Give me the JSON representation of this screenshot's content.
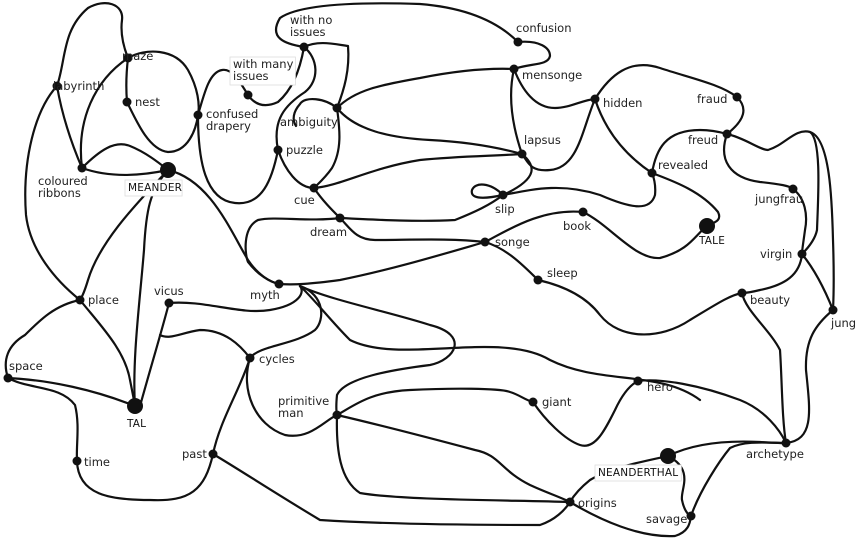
{
  "title": "Word association map",
  "nodes": [
    {
      "id": "labyrinth",
      "label": [
        "labyrinth"
      ],
      "major": false
    },
    {
      "id": "maze",
      "label": [
        "maze"
      ],
      "major": false
    },
    {
      "id": "nest",
      "label": [
        "nest"
      ],
      "major": false
    },
    {
      "id": "confused_drapery",
      "label": [
        "confused",
        "drapery"
      ],
      "major": false
    },
    {
      "id": "with_many_issues",
      "label": [
        "with many",
        "issues"
      ],
      "major": false,
      "boxed": true
    },
    {
      "id": "with_no_issues",
      "label": [
        "with no",
        "issues"
      ],
      "major": false
    },
    {
      "id": "ambiguity",
      "label": [
        "ambiguity"
      ],
      "major": false
    },
    {
      "id": "puzzle",
      "label": [
        "puzzle"
      ],
      "major": false
    },
    {
      "id": "cue",
      "label": [
        "cue"
      ],
      "major": false
    },
    {
      "id": "dream",
      "label": [
        "dream"
      ],
      "major": false
    },
    {
      "id": "confusion",
      "label": [
        "confusion"
      ],
      "major": false
    },
    {
      "id": "mensonge",
      "label": [
        "mensonge"
      ],
      "major": false
    },
    {
      "id": "hidden",
      "label": [
        "hidden"
      ],
      "major": false
    },
    {
      "id": "lapsus",
      "label": [
        "lapsus"
      ],
      "major": false
    },
    {
      "id": "slip",
      "label": [
        "slip"
      ],
      "major": false
    },
    {
      "id": "songe",
      "label": [
        "songe"
      ],
      "major": false
    },
    {
      "id": "book",
      "label": [
        "book"
      ],
      "major": false
    },
    {
      "id": "sleep",
      "label": [
        "sleep"
      ],
      "major": false
    },
    {
      "id": "fraud",
      "label": [
        "fraud"
      ],
      "major": false
    },
    {
      "id": "freud",
      "label": [
        "freud"
      ],
      "major": false
    },
    {
      "id": "revealed",
      "label": [
        "revealed"
      ],
      "major": false
    },
    {
      "id": "tale",
      "label": [
        "TALE"
      ],
      "major": true
    },
    {
      "id": "jungfrau",
      "label": [
        "jungfrau"
      ],
      "major": false
    },
    {
      "id": "virgin",
      "label": [
        "virgin"
      ],
      "major": false
    },
    {
      "id": "beauty",
      "label": [
        "beauty"
      ],
      "major": false
    },
    {
      "id": "jung",
      "label": [
        "jung"
      ],
      "major": false
    },
    {
      "id": "coloured_ribbons",
      "label": [
        "coloured",
        "ribbons"
      ],
      "major": false
    },
    {
      "id": "meander",
      "label": [
        "MEANDER"
      ],
      "major": true,
      "boxed": true
    },
    {
      "id": "myth",
      "label": [
        "myth"
      ],
      "major": false
    },
    {
      "id": "place",
      "label": [
        "place"
      ],
      "major": false
    },
    {
      "id": "vicus",
      "label": [
        "vicus"
      ],
      "major": false
    },
    {
      "id": "space",
      "label": [
        "space"
      ],
      "major": false
    },
    {
      "id": "tal",
      "label": [
        "TAL"
      ],
      "major": true
    },
    {
      "id": "cycles",
      "label": [
        "cycles"
      ],
      "major": false
    },
    {
      "id": "time",
      "label": [
        "time"
      ],
      "major": false
    },
    {
      "id": "past",
      "label": [
        "past"
      ],
      "major": false
    },
    {
      "id": "primitive_man",
      "label": [
        "primitive",
        "man"
      ],
      "major": false
    },
    {
      "id": "giant",
      "label": [
        "giant"
      ],
      "major": false
    },
    {
      "id": "hero",
      "label": [
        "hero"
      ],
      "major": false
    },
    {
      "id": "neanderthal",
      "label": [
        "NEANDERTHAL"
      ],
      "major": true,
      "boxed": true
    },
    {
      "id": "archetype",
      "label": [
        "archetype"
      ],
      "major": false
    },
    {
      "id": "origins",
      "label": [
        "origins"
      ],
      "major": false
    },
    {
      "id": "savage",
      "label": [
        "savage"
      ],
      "major": false
    }
  ],
  "edges": [
    [
      "labyrinth",
      "maze"
    ],
    [
      "labyrinth",
      "coloured_ribbons"
    ],
    [
      "labyrinth",
      "place"
    ],
    [
      "maze",
      "nest"
    ],
    [
      "maze",
      "coloured_ribbons"
    ],
    [
      "maze",
      "confused_drapery"
    ],
    [
      "nest",
      "confused_drapery"
    ],
    [
      "coloured_ribbons",
      "meander"
    ],
    [
      "coloured_ribbons",
      "meander"
    ],
    [
      "confused_drapery",
      "with_many_issues"
    ],
    [
      "confused_drapery",
      "puzzle"
    ],
    [
      "with_many_issues",
      "with_no_issues"
    ],
    [
      "with_no_issues",
      "confusion"
    ],
    [
      "with_no_issues",
      "puzzle"
    ],
    [
      "with_no_issues",
      "ambiguity"
    ],
    [
      "confusion",
      "mensonge"
    ],
    [
      "ambiguity",
      "mensonge"
    ],
    [
      "ambiguity",
      "lapsus"
    ],
    [
      "ambiguity",
      "cue"
    ],
    [
      "ambiguity",
      "puzzle"
    ],
    [
      "puzzle",
      "cue"
    ],
    [
      "cue",
      "lapsus"
    ],
    [
      "cue",
      "dream"
    ],
    [
      "dream",
      "slip"
    ],
    [
      "dream",
      "songe"
    ],
    [
      "dream",
      "myth"
    ],
    [
      "mensonge",
      "lapsus"
    ],
    [
      "mensonge",
      "hidden"
    ],
    [
      "hidden",
      "lapsus"
    ],
    [
      "hidden",
      "revealed"
    ],
    [
      "hidden",
      "fraud"
    ],
    [
      "lapsus",
      "slip"
    ],
    [
      "slip",
      "revealed"
    ],
    [
      "songe",
      "book"
    ],
    [
      "songe",
      "sleep"
    ],
    [
      "songe",
      "myth"
    ],
    [
      "book",
      "tale"
    ],
    [
      "revealed",
      "tale"
    ],
    [
      "revealed",
      "freud"
    ],
    [
      "fraud",
      "freud"
    ],
    [
      "freud",
      "jungfrau"
    ],
    [
      "freud",
      "virgin"
    ],
    [
      "freud",
      "jung"
    ],
    [
      "jungfrau",
      "virgin"
    ],
    [
      "virgin",
      "beauty"
    ],
    [
      "virgin",
      "jung"
    ],
    [
      "sleep",
      "beauty"
    ],
    [
      "beauty",
      "archetype"
    ],
    [
      "jung",
      "archetype"
    ],
    [
      "meander",
      "myth"
    ],
    [
      "meander",
      "place"
    ],
    [
      "meander",
      "tal"
    ],
    [
      "place",
      "space"
    ],
    [
      "place",
      "tal"
    ],
    [
      "space",
      "tal"
    ],
    [
      "space",
      "time"
    ],
    [
      "time",
      "past"
    ],
    [
      "vicus",
      "tal"
    ],
    [
      "vicus",
      "myth"
    ],
    [
      "vicus",
      "cycles"
    ],
    [
      "myth",
      "cycles"
    ],
    [
      "myth",
      "primitive_man"
    ],
    [
      "myth",
      "archetype"
    ],
    [
      "cycles",
      "past"
    ],
    [
      "cycles",
      "primitive_man"
    ],
    [
      "past",
      "origins"
    ],
    [
      "primitive_man",
      "giant"
    ],
    [
      "primitive_man",
      "origins"
    ],
    [
      "primitive_man",
      "origins"
    ],
    [
      "giant",
      "hero"
    ],
    [
      "hero",
      "archetype"
    ],
    [
      "neanderthal",
      "origins"
    ],
    [
      "neanderthal",
      "archetype"
    ],
    [
      "neanderthal",
      "savage"
    ],
    [
      "origins",
      "savage"
    ],
    [
      "savage",
      "archetype"
    ]
  ]
}
